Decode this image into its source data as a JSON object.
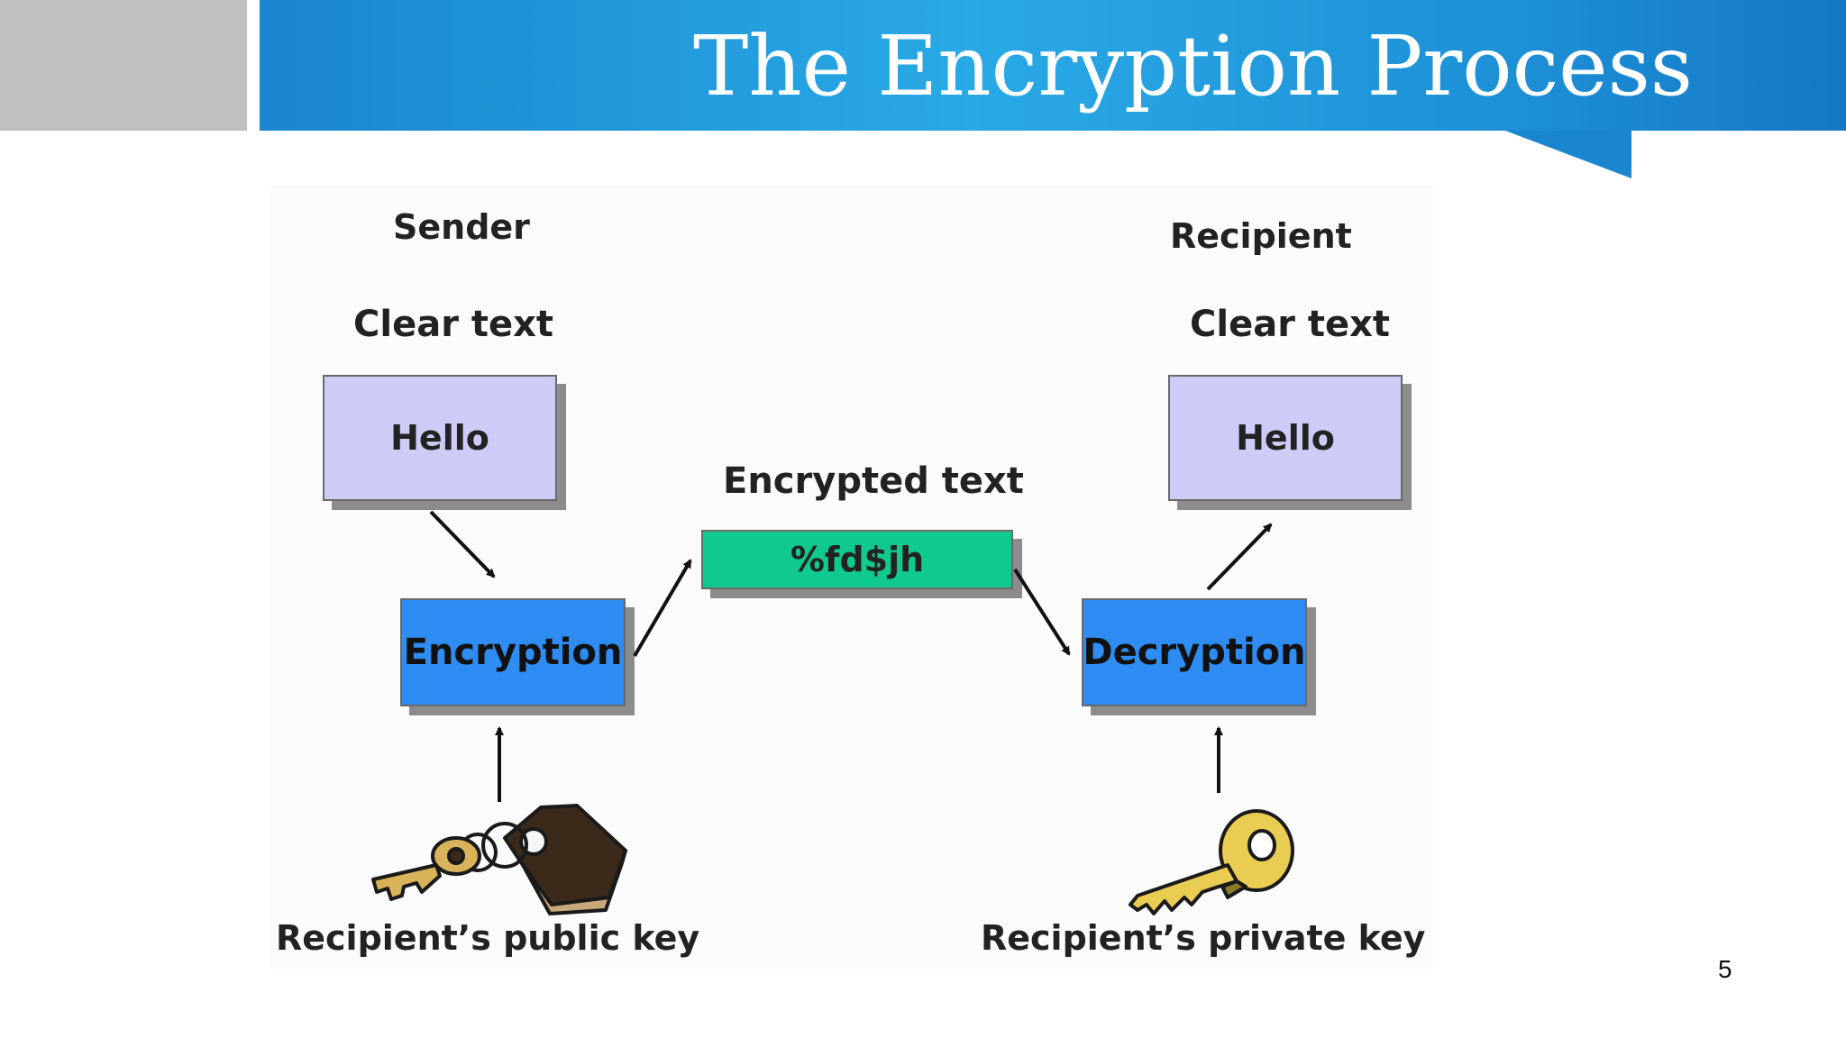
{
  "slide": {
    "title": "The Encryption Process",
    "page_number": "5",
    "colors": {
      "header_blue": "#29a9e6",
      "gray_block": "#c0c0c0",
      "clear_box": "#ccccf6",
      "process_box": "#2f8cf2",
      "cipher_box": "#10c98e"
    }
  },
  "diagram": {
    "sender": {
      "heading": "Sender",
      "clear_label": "Clear text",
      "clear_value": "Hello",
      "process": "Encryption",
      "key_label": "Recipient’s public key",
      "key_icon": "key-ring-icon"
    },
    "channel": {
      "label": "Encrypted text",
      "value": "%fd$jh"
    },
    "recipient": {
      "heading": "Recipient",
      "clear_label": "Clear text",
      "clear_value": "Hello",
      "process": "Decryption",
      "key_label": "Recipient’s private key",
      "key_icon": "key-icon"
    }
  }
}
